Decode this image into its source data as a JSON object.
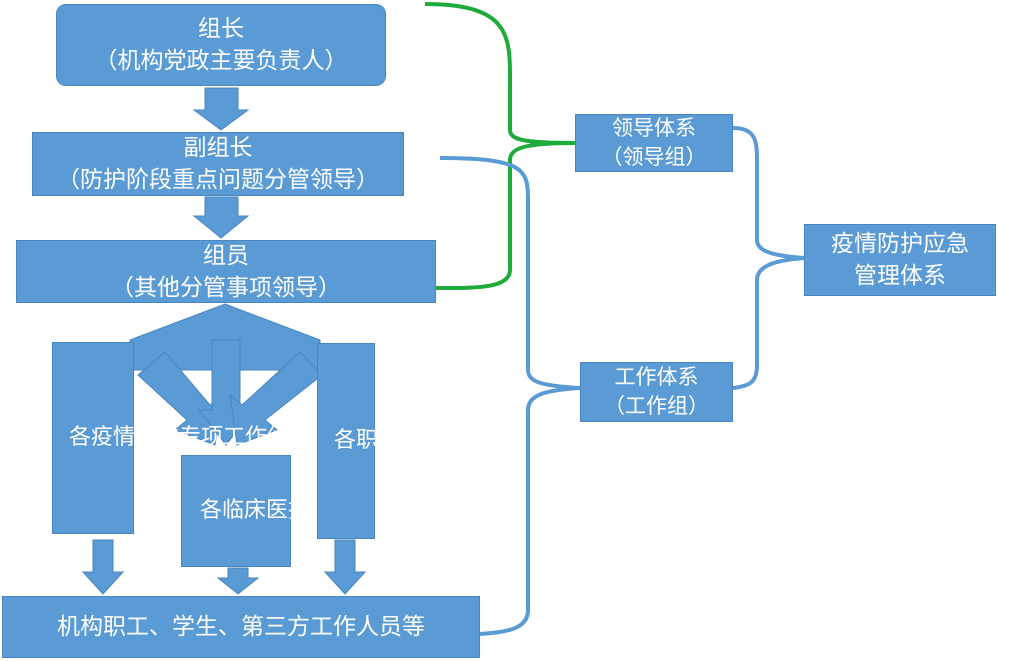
{
  "colors": {
    "box": "#5b9bd5",
    "leader_brace": "#1fab3c",
    "work_brace": "#5b9bd5"
  },
  "boxes": {
    "leader": {
      "title": "组长",
      "subtitle": "（机构党政主要负责人）"
    },
    "deputy": {
      "title": "副组长",
      "subtitle": "（防护阶段重点问题分管领导）"
    },
    "member": {
      "title": "组员",
      "subtitle": "（其他分管事项领导）"
    },
    "special_groups": "各疫情防护专项工作组",
    "clinical": "各临床医技科室",
    "offices": "各职能处室",
    "staff": "机构职工、学生、第三方工作人员等",
    "leadership_system": {
      "title": "领导体系",
      "subtitle": "（领导组）"
    },
    "work_system": {
      "title": "工作体系",
      "subtitle": "（工作组）"
    },
    "main_system": {
      "line1": "疫情防护应急",
      "line2": "管理体系"
    }
  }
}
